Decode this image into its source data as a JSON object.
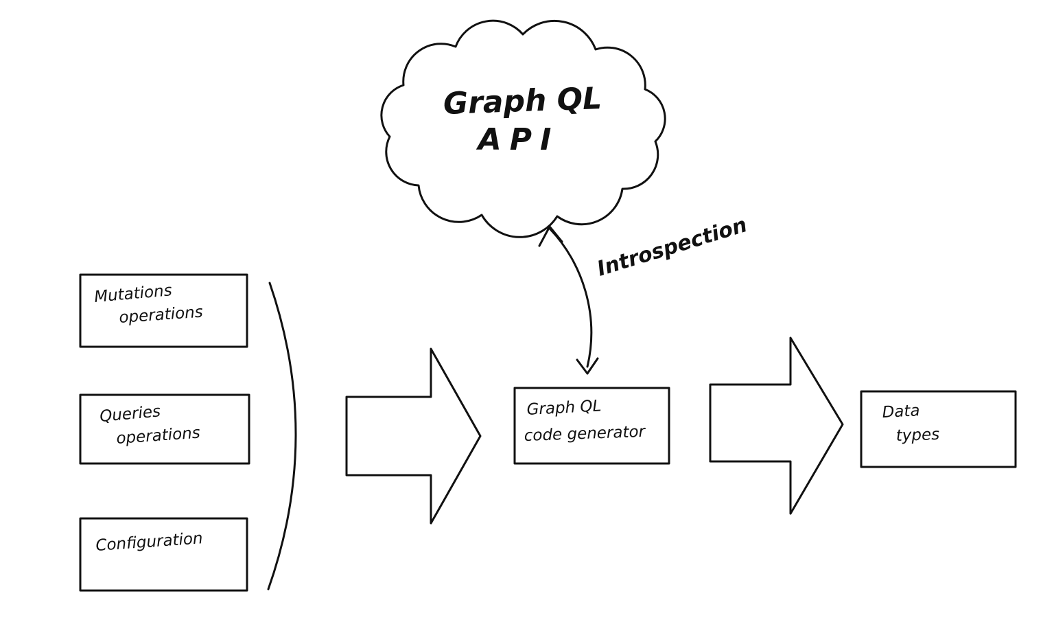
{
  "page": {
    "background": "#ffffff",
    "ink": "#111111"
  },
  "diagram": {
    "cloud": {
      "line1": "Graph QL",
      "line2": "API"
    },
    "introspection": {
      "label": "Introspection"
    },
    "inputs": {
      "mutations": {
        "line1": "Mutations",
        "line2": "operations"
      },
      "queries": {
        "line1": "Queries",
        "line2": "operations"
      },
      "configuration": {
        "line1": "Configuration"
      }
    },
    "generator": {
      "line1": "Graph QL",
      "line2": "code generator"
    },
    "output": {
      "line1": "Data",
      "line2": "types"
    }
  }
}
